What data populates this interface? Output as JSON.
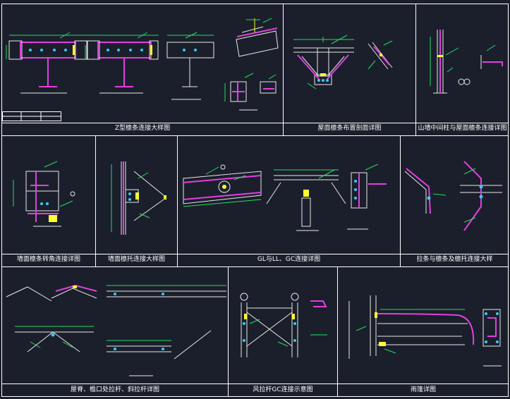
{
  "drawing_sheet": {
    "colors": {
      "background": "#1b1f2b",
      "frame": "#ffffff",
      "steel": "#e040e0",
      "dimension": "#22dd66",
      "weld": "#ffff33",
      "bolt": "#33ccff",
      "line": "#e8e8e8"
    },
    "panels": [
      {
        "id": "p1",
        "title": "Z型檩条连接大样图"
      },
      {
        "id": "p2",
        "title": "屋面檩条布置剖面详图"
      },
      {
        "id": "p3",
        "title": "山墙中间柱与屋面檩条连接详图"
      },
      {
        "id": "p4",
        "title": "墙面檩条转角连接详图"
      },
      {
        "id": "p5",
        "title": "墙面檩托连接大样图"
      },
      {
        "id": "p6",
        "title": "GL与LL、GC连接详图"
      },
      {
        "id": "p7",
        "title": "拉条与檩条及檩托连接大样"
      },
      {
        "id": "p8",
        "title": "屋脊、檐口处拉杆、斜拉杆详图"
      },
      {
        "id": "p9",
        "title": "风拉杆GC连接示意图"
      },
      {
        "id": "p10",
        "title": "雨篷详图"
      }
    ]
  }
}
